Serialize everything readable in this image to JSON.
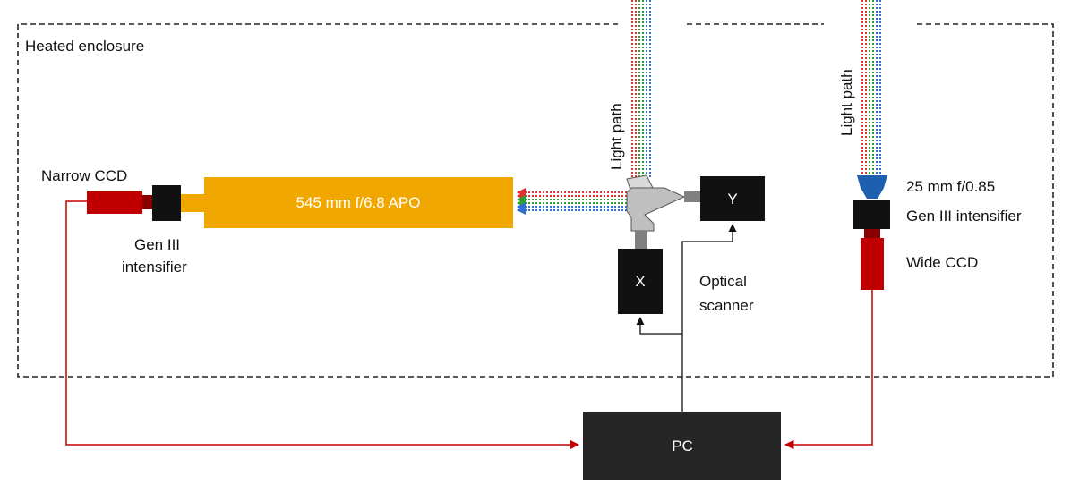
{
  "enclosure": {
    "label": "Heated enclosure"
  },
  "narrow_ccd": {
    "label": "Narrow CCD",
    "color": "#c00000"
  },
  "gen3_left": {
    "label_line1": "Gen III",
    "label_line2": "intensifier"
  },
  "lens_narrow": {
    "label": "545 mm f/6.8 APO",
    "color": "#f0a800"
  },
  "scanner": {
    "x_label": "X",
    "y_label": "Y",
    "label_line1": "Optical",
    "label_line2": "scanner"
  },
  "light_path_left": {
    "label": "Light path"
  },
  "light_path_right": {
    "label": "Light path"
  },
  "lens_wide": {
    "label": "25 mm f/0.85",
    "color": "#1f5fb0"
  },
  "gen3_right": {
    "label": "Gen III intensifier"
  },
  "wide_ccd": {
    "label": "Wide CCD",
    "color": "#c00000"
  },
  "pc": {
    "label": "PC"
  },
  "colors": {
    "box_dark": "#111111",
    "pc_fill": "#262626",
    "signal_line": "#c00000",
    "light_red": "#e03030",
    "light_green": "#2ca02c",
    "light_blue": "#2f6fd0",
    "mirror": "#bfbfbf"
  }
}
